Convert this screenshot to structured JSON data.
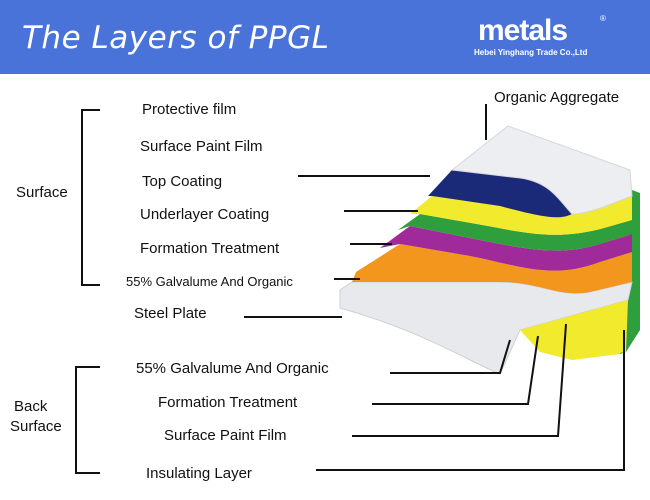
{
  "header": {
    "title": "The Layers of PPGL",
    "logo_word": "metals",
    "logo_reg": "®",
    "logo_sub": "Hebei Yinghang Trade Co.,Ltd",
    "background": "#4a73d9"
  },
  "diagram": {
    "surface_group": "Surface",
    "back_surface_group": [
      "Back",
      "Surface"
    ],
    "top_right_label": "Organic Aggregate",
    "surface_layers": [
      "Protective film",
      "Surface Paint Film",
      "Top Coating",
      "Underlayer Coating",
      "Formation Treatment",
      "55% Galvalume And Organic"
    ],
    "core_layer": "Steel Plate",
    "back_layers": [
      "55% Galvalume And Organic",
      "Formation Treatment",
      "Surface Paint Film",
      "Insulating Layer"
    ],
    "colors": {
      "top_face": "#eceef2",
      "yellow": "#f2ea2c",
      "navy": "#1b2a78",
      "green": "#2f9e3c",
      "purple": "#a12a9a",
      "orange": "#f2961e",
      "steel": "#e8e9ec",
      "brown": "#a66a3c",
      "grey": "#6d6d6d"
    }
  }
}
